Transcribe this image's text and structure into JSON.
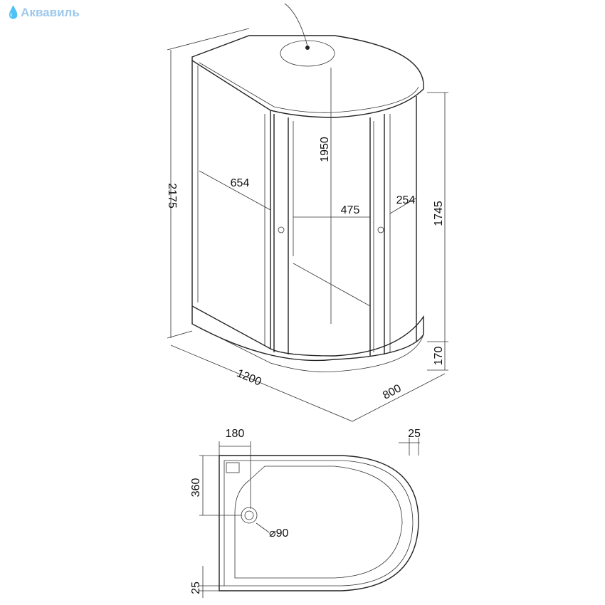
{
  "logo": {
    "text": "Аквавиль",
    "icon": "water-drop-icon",
    "color": "#9cc8ec"
  },
  "side_view": {
    "dims": {
      "total_height": "2175",
      "door_width": "654",
      "inner_height": "1950",
      "opening_width": "475",
      "side_panel": "254",
      "panel_height": "1745",
      "tray_height": "170",
      "length": "1200",
      "depth": "800"
    }
  },
  "top_view": {
    "dims": {
      "drain_offset_x": "180",
      "corner_radius_offset": "25",
      "drain_offset_y": "360",
      "drain_diameter": "⌀90",
      "bottom_offset": "25"
    }
  }
}
